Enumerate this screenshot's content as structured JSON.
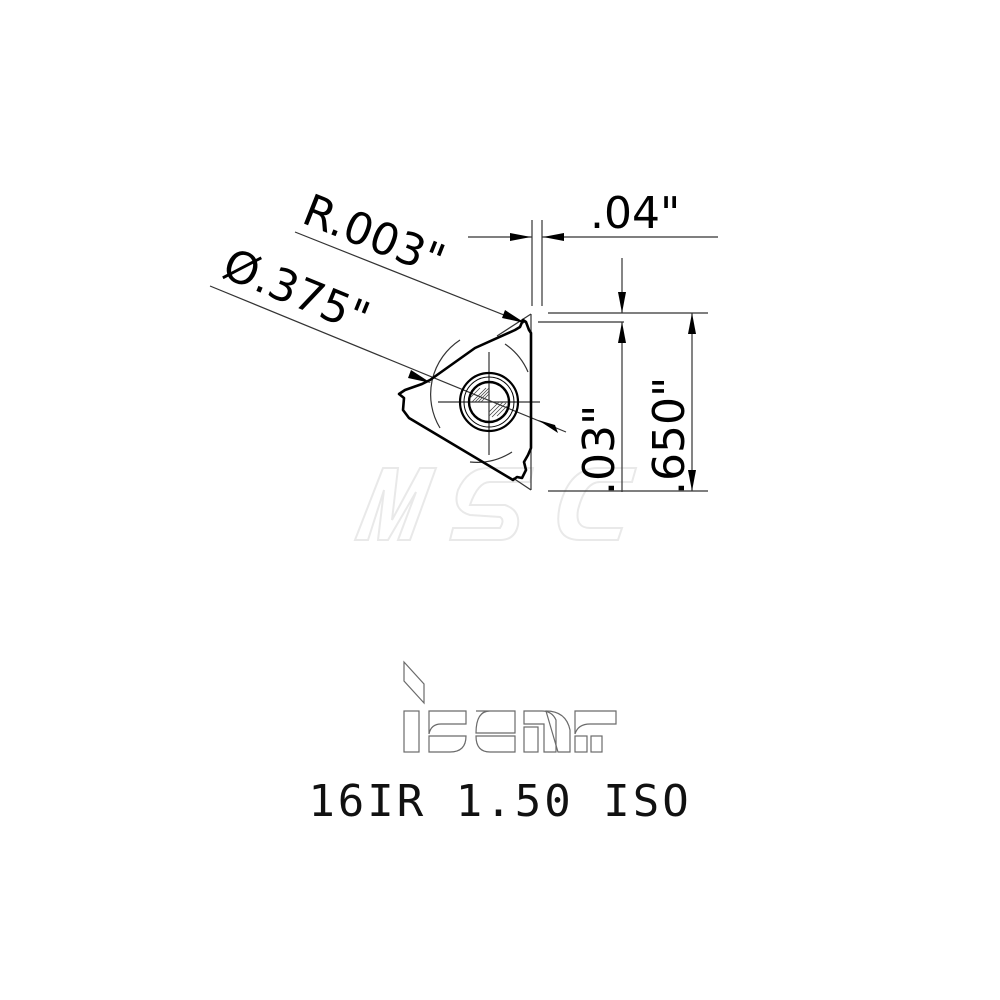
{
  "drawing": {
    "dimensions": {
      "corner_radius": "R.003\"",
      "inscribed_circle": "Ø.375\"",
      "tip_width": ".04\"",
      "tip_offset": ".03\"",
      "height": ".650\""
    },
    "watermark": "MSC",
    "colors": {
      "line": "#000000",
      "thin_line": "#333333",
      "watermark": "#ececec",
      "logo_outline": "#6b6b6b"
    }
  },
  "logo": {
    "brand": "iscar"
  },
  "part_code": "16IR 1.50 ISO"
}
